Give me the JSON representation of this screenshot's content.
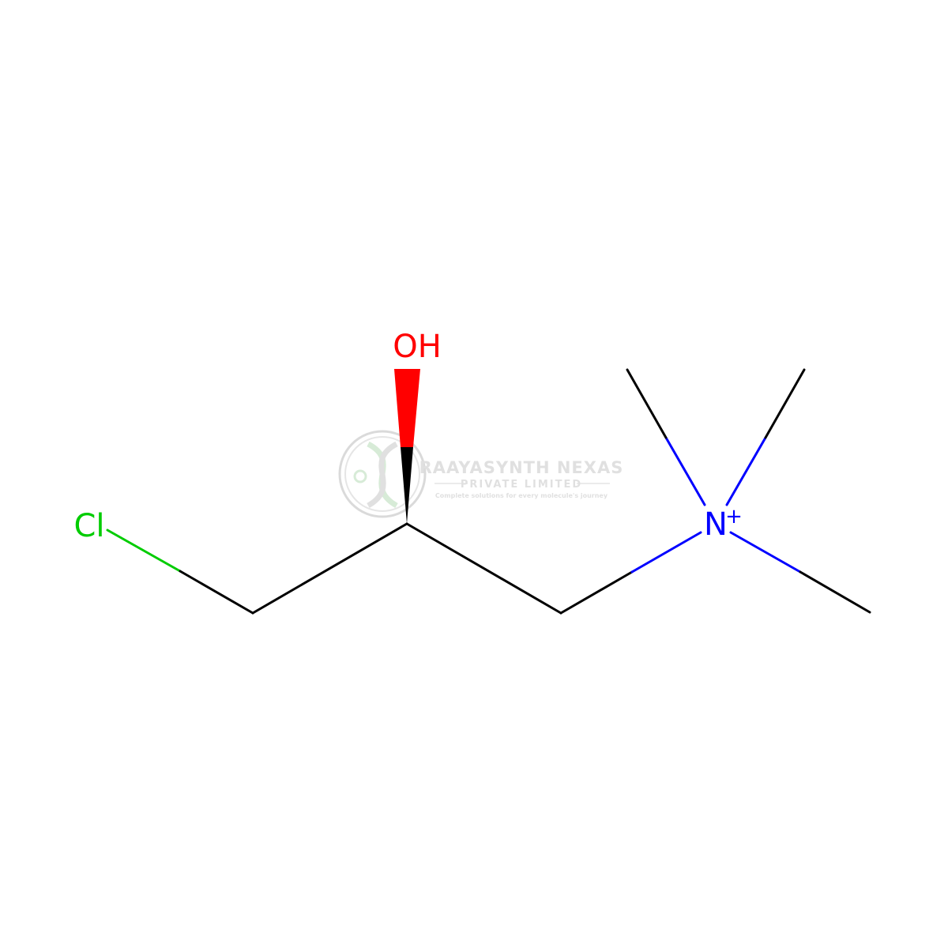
{
  "molecule": {
    "atoms": {
      "chlorine": "Cl",
      "hydroxyl": "OH",
      "nitrogen": "N",
      "nitrogen_charge": "+"
    },
    "colors": {
      "carbon_bond": "#000000",
      "chlorine": "#00CC00",
      "oxygen": "#FF0000",
      "nitrogen": "#0000FF"
    }
  },
  "watermark": {
    "company_name": "RAAYASYNTH NEXAS",
    "company_subtitle": "PRIVATE LIMITED",
    "tagline": "Complete solutions for every molecule's journey",
    "logo_icon": "dna-helix-logo-icon",
    "color": "#C8C8C8"
  }
}
